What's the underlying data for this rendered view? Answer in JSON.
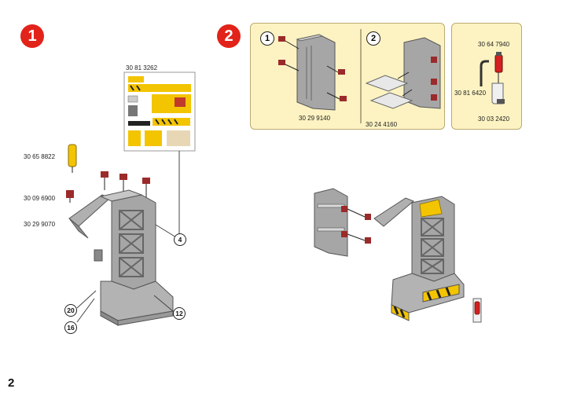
{
  "steps": {
    "step1": "1",
    "step2": "2"
  },
  "step1": {
    "sticker_sheet_part": "30 81 3262",
    "part_labels": [
      "30 65 8822",
      "30 09 6900",
      "30 29 9070"
    ],
    "callouts": [
      "4",
      "20",
      "16",
      "12"
    ]
  },
  "step2": {
    "substeps": [
      "1",
      "2"
    ],
    "substep1_part": "30 29 9140",
    "substep2_part": "30 24 4160",
    "extra_parts": [
      "30 64 7940",
      "30 81 6420",
      "30 03 2420"
    ]
  },
  "page_number": "2",
  "colors": {
    "badge": "#e2231a",
    "panel": "#fdf3c2",
    "gray_part": "#a6a6a6",
    "yellow": "#f3c400",
    "red_connector": "#9b2a2a"
  }
}
